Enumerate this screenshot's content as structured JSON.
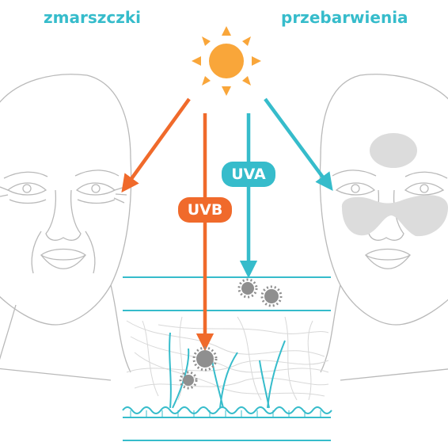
{
  "labels": {
    "wrinkles": "zmarszczki",
    "discoloration": "przebarwienia",
    "uva": "UVA",
    "uvb": "UVB"
  },
  "colors": {
    "teal": "#36bccb",
    "orange": "#f06a2b",
    "sun": "#f9a63a",
    "face_line": "#b9b9b9",
    "spot": "#dcdcdc",
    "particle": "#8f8f8f"
  },
  "icons": {
    "sun": "sun-icon",
    "particle": "free-radical-particle"
  }
}
